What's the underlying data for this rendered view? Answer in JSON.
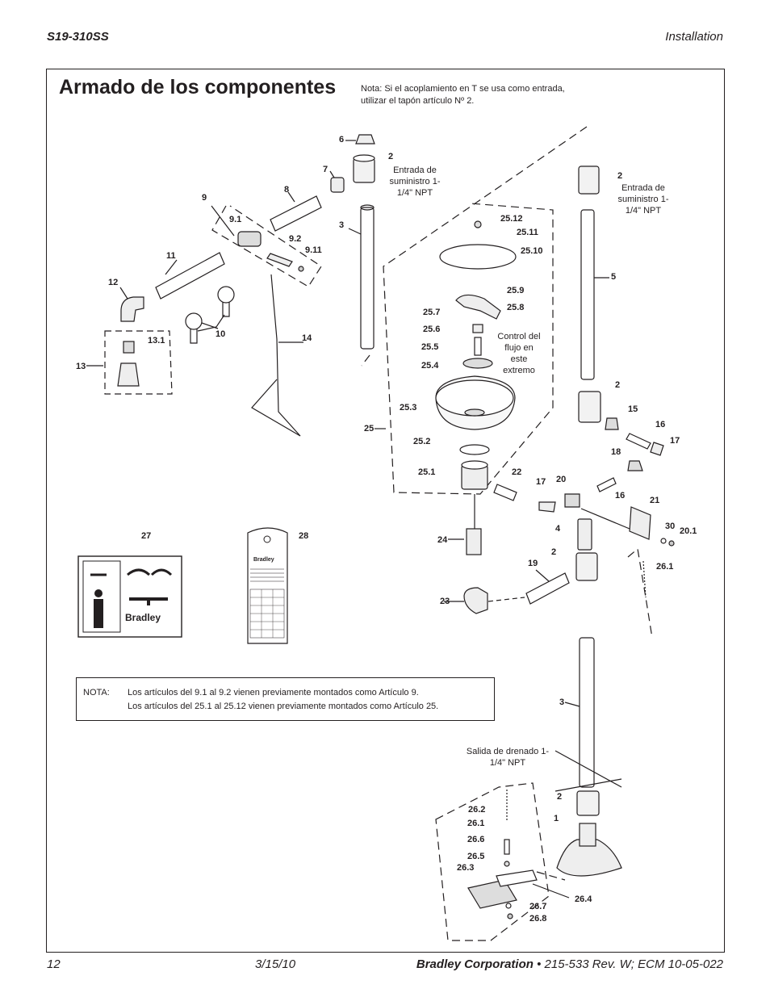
{
  "header": {
    "model": "S19-310SS",
    "section": "Installation"
  },
  "title": "Armado de los componentes",
  "top_note": "Nota:  Si el acoplamiento en T se usa como entrada, utilizar el tapón artículo Nº 2.",
  "annotations": {
    "inlet_left": "Entrada de suministro 1-1/4\" NPT",
    "inlet_right": "Entrada de suministro 1-1/4\" NPT",
    "flow_control": "Control del flujo en este extremo",
    "drain_outlet": "Salida de drenado 1-1/4\" NPT"
  },
  "parts": [
    "1",
    "2",
    "3",
    "4",
    "5",
    "6",
    "7",
    "8",
    "9",
    "9.1",
    "9.2",
    "9.11",
    "10",
    "11",
    "12",
    "13",
    "13.1",
    "14",
    "15",
    "16",
    "17",
    "18",
    "19",
    "20",
    "20.1",
    "21",
    "22",
    "23",
    "24",
    "25",
    "25.1",
    "25.2",
    "25.3",
    "25.4",
    "25.5",
    "25.6",
    "25.7",
    "25.8",
    "25.9",
    "25.10",
    "25.11",
    "25.12",
    "26.1",
    "26.2",
    "26.3",
    "26.4",
    "26.5",
    "26.6",
    "26.7",
    "26.8",
    "27",
    "28",
    "30"
  ],
  "notebox": {
    "label": "NOTA:",
    "line1": "Los artículos del 9.1 al 9.2 vienen previamente montados como Artículo 9.",
    "line2": "Los artículos del 25.1 al 25.12 vienen previamente montados como Artículo 25."
  },
  "footer": {
    "page": "12",
    "date": "3/15/10",
    "company": "Bradley Corporation",
    "doc": " • 215-533 Rev. W; ECM 10-05-022"
  },
  "sign_27_brand": "Bradley",
  "tag_28_brand": "Bradley"
}
